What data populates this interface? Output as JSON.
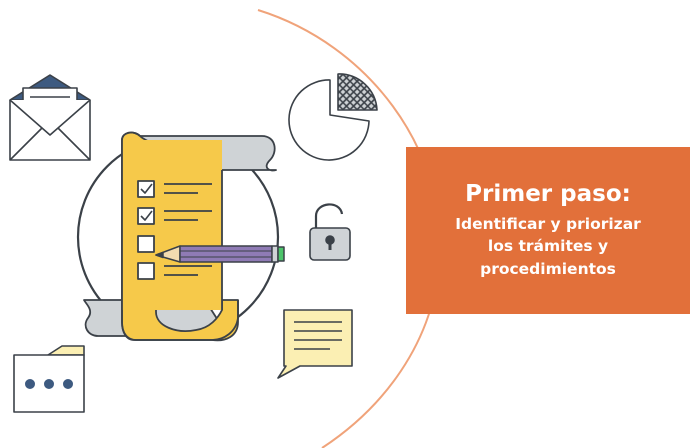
{
  "callout": {
    "title": "Primer paso:",
    "subtitle_lines": [
      "Identificar y priorizar",
      "los trámites y",
      "procedimientos"
    ]
  },
  "colors": {
    "accent": "#e2703a",
    "arc": "#f0a37a",
    "scroll_yellow": "#f6c94a",
    "scroll_gray": "#cfd3d6",
    "outline": "#3b4148",
    "envelope_blue": "#3d5a80",
    "note_yellow": "#fbefb3",
    "pencil_purple": "#8f7bb5",
    "pencil_green": "#4cc46a"
  },
  "icons": {
    "envelope": "envelope-icon",
    "pie_chart": "pie-chart-icon",
    "padlock": "padlock-icon",
    "speech_note": "speech-note-icon",
    "folder": "folder-dots-icon",
    "checklist": "checklist-scroll-icon",
    "pencil": "pencil-icon"
  },
  "checklist": {
    "checked": [
      true,
      true,
      false,
      false
    ]
  }
}
